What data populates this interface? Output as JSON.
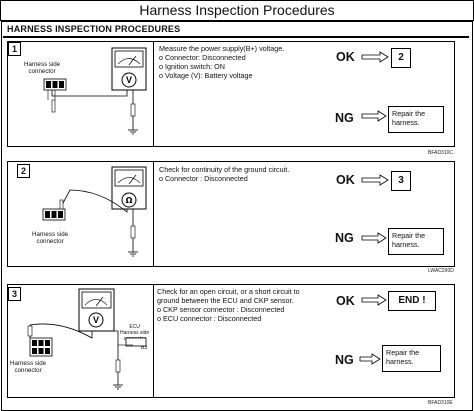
{
  "page": {
    "title": "Harness Inspection Procedures"
  },
  "heading": "HARNESS INSPECTION PROCEDURES",
  "steps": [
    {
      "number": "1",
      "diagram_label": "Harness side\nconnector",
      "meter_symbol": "V",
      "instructions": [
        "Measure the power supply(B+) voltage.",
        "o Connector: Disconnected",
        "o Ignition switch: ON",
        "o Voltage (V): Battery voltage"
      ],
      "ok_label": "OK",
      "ok_target": "2",
      "ng_label": "NG",
      "ng_target": "Repair the\nharness.",
      "code": "BFAD310C"
    },
    {
      "number": "2",
      "diagram_label": "Harness side\nconnector",
      "meter_symbol": "Ω",
      "instructions": [
        "Check for continuity of the ground circuit.",
        "o Connector : Disconnected"
      ],
      "ok_label": "OK",
      "ok_target": "3",
      "ng_label": "NG",
      "ng_target": "Repair the\nharness.",
      "code": "LWAC290D"
    },
    {
      "number": "3",
      "diagram_label": "Harness side\nconnector",
      "meter_symbol": "V",
      "ecu_label": "ECU\nHarness side\nconnector",
      "ecu_pin": "B3",
      "instructions": [
        "Check for an open circuit, or a short circuit to",
        "ground between the ECU and CKP sensor.",
        "o CKP sensor connector : Disconnected",
        "o ECU connector : Disconnected"
      ],
      "ok_label": "OK",
      "ok_target": "END !",
      "ng_label": "NG",
      "ng_target": "Repair the\nharness.",
      "code": "BFAD310E"
    }
  ]
}
